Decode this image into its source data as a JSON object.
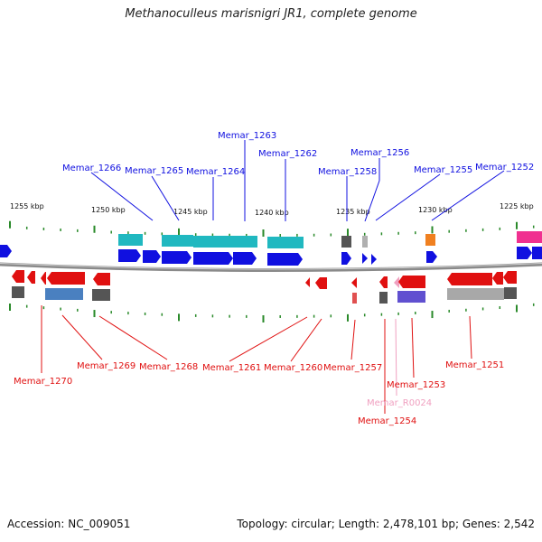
{
  "title": "Methanoculleus marisnigri JR1, complete genome",
  "footer": {
    "accession": "Accession: NC_009051",
    "summary": "Topology: circular; Length: 2,478,101 bp; Genes: 2,542"
  },
  "colors": {
    "backbone": "#8a8a8a",
    "tick": "#2a8a2a",
    "forward_gene": "#1010e0",
    "reverse_gene": "#e01010",
    "cds_forward": "#20b8c0",
    "cds_reverse_blue": "#4a80c0",
    "cds_reverse_grey": "#a8a8a8",
    "cds_dark_grey": "#555555",
    "orange": "#f08020",
    "pink": "#f03090",
    "violet": "#6050d0",
    "rna_pink": "#f0a0c0"
  },
  "scale": {
    "ticks": [
      {
        "label": "1255 kbp",
        "kbp": 1255
      },
      {
        "label": "1250 kbp",
        "kbp": 1250
      },
      {
        "label": "1245 kbp",
        "kbp": 1245
      },
      {
        "label": "1240 kbp",
        "kbp": 1240
      },
      {
        "label": "1235 kbp",
        "kbp": 1235
      },
      {
        "label": "1230 kbp",
        "kbp": 1230
      },
      {
        "label": "1225 kbp",
        "kbp": 1225
      }
    ]
  },
  "labels": {
    "forward": [
      {
        "name": "Memar_1266"
      },
      {
        "name": "Memar_1265"
      },
      {
        "name": "Memar_1264"
      },
      {
        "name": "Memar_1263"
      },
      {
        "name": "Memar_1262"
      },
      {
        "name": "Memar_1258"
      },
      {
        "name": "Memar_1256"
      },
      {
        "name": "Memar_1255"
      },
      {
        "name": "Memar_1252"
      }
    ],
    "reverse": [
      {
        "name": "Memar_1270"
      },
      {
        "name": "Memar_1269"
      },
      {
        "name": "Memar_1268"
      },
      {
        "name": "Memar_1261"
      },
      {
        "name": "Memar_1260"
      },
      {
        "name": "Memar_1257"
      },
      {
        "name": "Memar_1254"
      },
      {
        "name": "Memar_R0024"
      },
      {
        "name": "Memar_1253"
      },
      {
        "name": "Memar_1251"
      }
    ]
  }
}
